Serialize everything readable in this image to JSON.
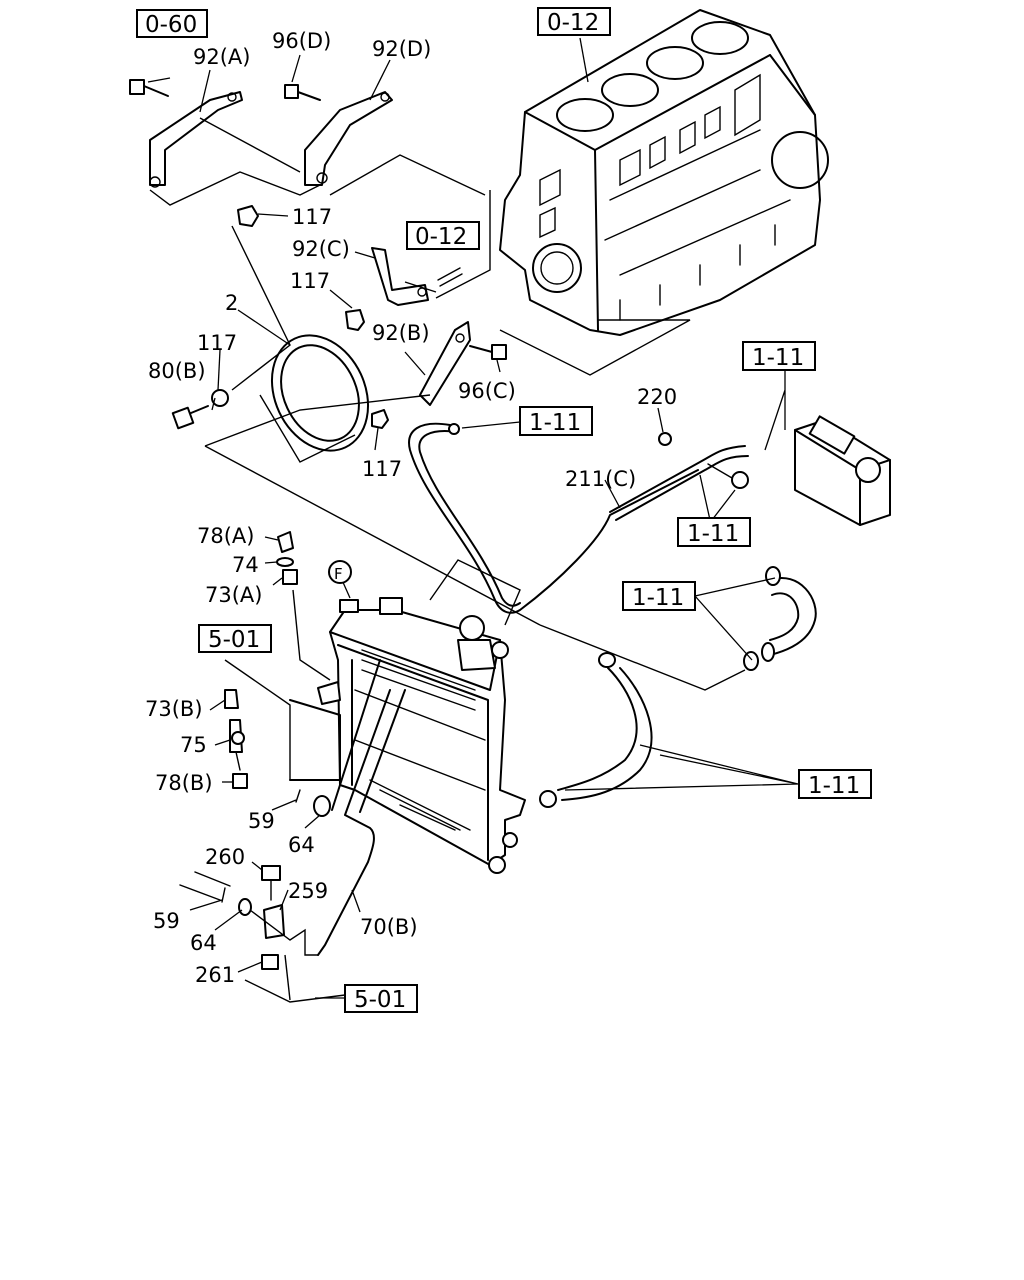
{
  "part_labels": {
    "p92a": "92(A)",
    "p96d": "96(D)",
    "p92d": "92(D)",
    "p117a": "117",
    "p92c": "92(C)",
    "p117b": "117",
    "p2": "2",
    "p92b": "92(B)",
    "p117c": "117",
    "p80b": "80(B)",
    "p96c": "96(C)",
    "p117d": "117",
    "p220": "220",
    "p211c": "211(C)",
    "p78a": "78(A)",
    "p74": "74",
    "p73a": "73(A)",
    "pF": "F",
    "p73b": "73(B)",
    "p75": "75",
    "p78b": "78(B)",
    "p59a": "59",
    "p64a": "64",
    "p260": "260",
    "p259": "259",
    "p59b": "59",
    "p64b": "64",
    "p70b": "70(B)",
    "p261": "261"
  },
  "section_refs": {
    "r060": "0-60",
    "r012a": "0-12",
    "r012b": "0-12",
    "r111a": "1-11",
    "r111b": "1-11",
    "r111c": "1-11",
    "r111d": "1-11",
    "r111e": "1-11",
    "r501a": "5-01",
    "r501b": "5-01"
  }
}
